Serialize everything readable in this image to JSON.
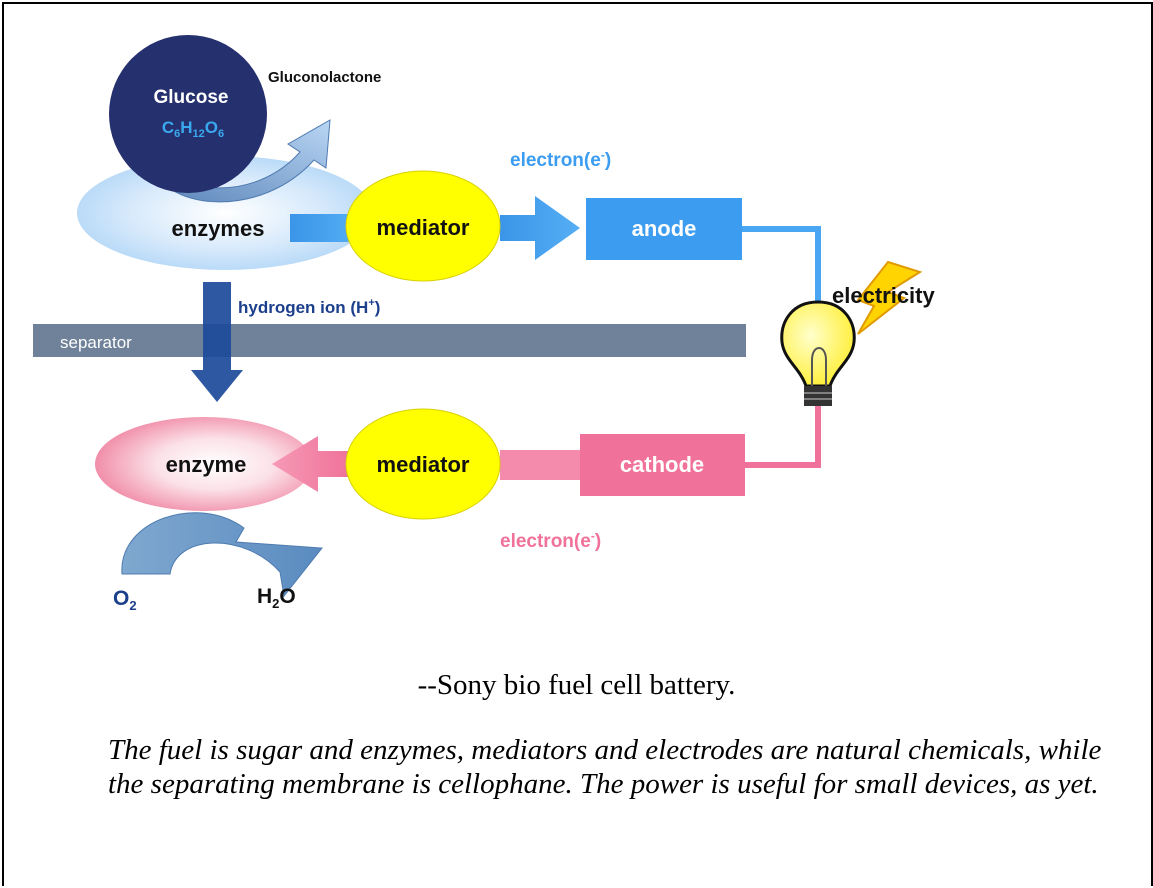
{
  "diagram": {
    "glucose": {
      "name": "Glucose",
      "formula": "C6H12O6"
    },
    "gluconolactone": "Gluconolactone",
    "electron_top": "electron(e-)",
    "enzymes": "enzymes",
    "mediator_top": "mediator",
    "anode": "anode",
    "electricity": "electricity",
    "hydrogen_ion": "hydrogen ion (H+)",
    "separator": "separator",
    "enzyme_bottom": "enzyme",
    "mediator_bottom": "mediator",
    "cathode": "cathode",
    "electron_bottom": "electron(e-)",
    "o2": "O2",
    "h2o": "H2O"
  },
  "colors": {
    "anode_blue": "#3b9cf0",
    "cathode_pink": "#f0729a",
    "mediator_yellow": "#ffff00",
    "separator_gray": "#6f8299",
    "glucose_navy": "#25306e",
    "hydrogen_arrow": "#1c4a9a"
  },
  "caption": "--Sony bio fuel cell battery.",
  "note": "The fuel is sugar and enzymes, mediators and electrodes are natural chemicals, while the separating membrane is cellophane. The power is useful for small devices, as yet."
}
